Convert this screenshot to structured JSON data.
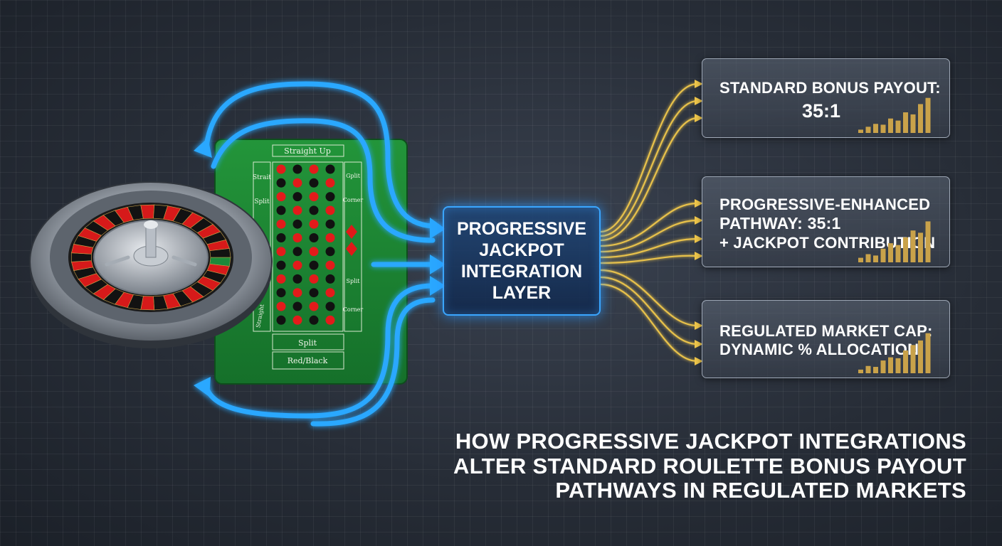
{
  "core": {
    "text": "PROGRESSIVE\nJACKPOT\nINTEGRATION\nLAYER"
  },
  "table_labels": {
    "top": "Straight Up",
    "left_upper": "Strait",
    "left_mid": "Split",
    "left_low": "Straight",
    "right_upper": "Gplit",
    "right_corner": "Corner",
    "right_split": "Split",
    "right_corner2": "Corner",
    "bottom_split": "Split",
    "bottom_redblack": "Red/Black"
  },
  "cards": [
    {
      "line1": "STANDARD BONUS PAYOUT:",
      "line2": "35:1",
      "bars": [
        0.08,
        0.15,
        0.22,
        0.2,
        0.35,
        0.3,
        0.5,
        0.45,
        0.7,
        0.85
      ]
    },
    {
      "line1": "PROGRESSIVE-ENHANCED",
      "line2": "PATHWAY:  35:1",
      "line3": "+ JACKPOT CONTRIBUTION",
      "bars": [
        0.1,
        0.18,
        0.15,
        0.3,
        0.42,
        0.38,
        0.55,
        0.7,
        0.65,
        0.9
      ]
    },
    {
      "line1": "REGULATED MARKET CAP:",
      "line2": "DYNAMIC % ALLOCATION",
      "bars": [
        0.08,
        0.16,
        0.14,
        0.28,
        0.35,
        0.33,
        0.5,
        0.62,
        0.72,
        0.88
      ]
    }
  ],
  "headline": {
    "line1": "HOW PROGRESSIVE JACKPOT INTEGRATIONS",
    "line2": "ALTER STANDARD ROULETTE BONUS PAYOUT",
    "line3": "PATHWAYS IN REGULATED MARKETS"
  },
  "colors": {
    "blue_flow": "#29a8ff",
    "gold_flow": "#f2c94c",
    "felt": "#1f8a35",
    "bar": "#c9a24a"
  }
}
